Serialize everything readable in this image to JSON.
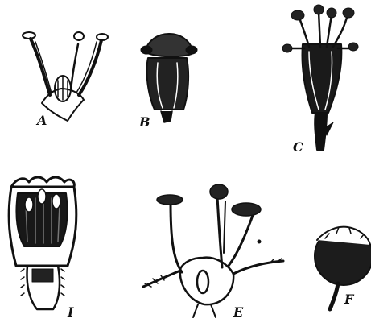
{
  "figure": {
    "ink_color": "#111111",
    "paper_color": "#ffffff",
    "panels": [
      {
        "id": "A",
        "label": "A"
      },
      {
        "id": "B",
        "label": "B"
      },
      {
        "id": "C",
        "label": "C"
      },
      {
        "id": "I",
        "label": "I"
      },
      {
        "id": "E",
        "label": "E"
      },
      {
        "id": "F",
        "label": "F"
      }
    ]
  }
}
